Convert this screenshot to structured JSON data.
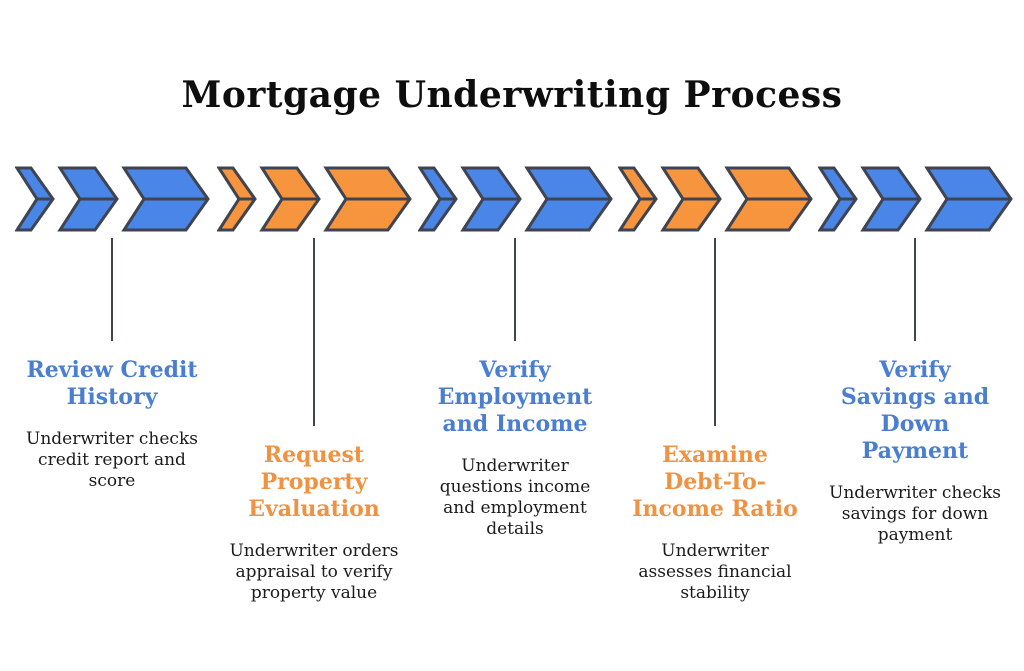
{
  "title": "Mortgage Underwriting Process",
  "colors": {
    "chevron_blue": "#4a86e8",
    "chevron_orange": "#f7943e",
    "outline": "#3f4450",
    "heading_blue": "#4a7ed1",
    "heading_orange": "#ef9242",
    "body_text": "#1b1b1b"
  },
  "steps": [
    {
      "title": "Review Credit\nHistory",
      "description": "Underwriter checks\ncredit report and\nscore",
      "color": "blue"
    },
    {
      "title": "Request\nProperty\nEvaluation",
      "description": "Underwriter orders\nappraisal to verify\nproperty value",
      "color": "orange"
    },
    {
      "title": "Verify\nEmployment\nand Income",
      "description": "Underwriter\nquestions income\nand employment\ndetails",
      "color": "blue"
    },
    {
      "title": "Examine\nDebt-To-\nIncome Ratio",
      "description": "Underwriter\nassesses financial\nstability",
      "color": "orange"
    },
    {
      "title": "Verify\nSavings and\nDown\nPayment",
      "description": "Underwriter checks\nsavings for down\npayment",
      "color": "blue"
    }
  ]
}
